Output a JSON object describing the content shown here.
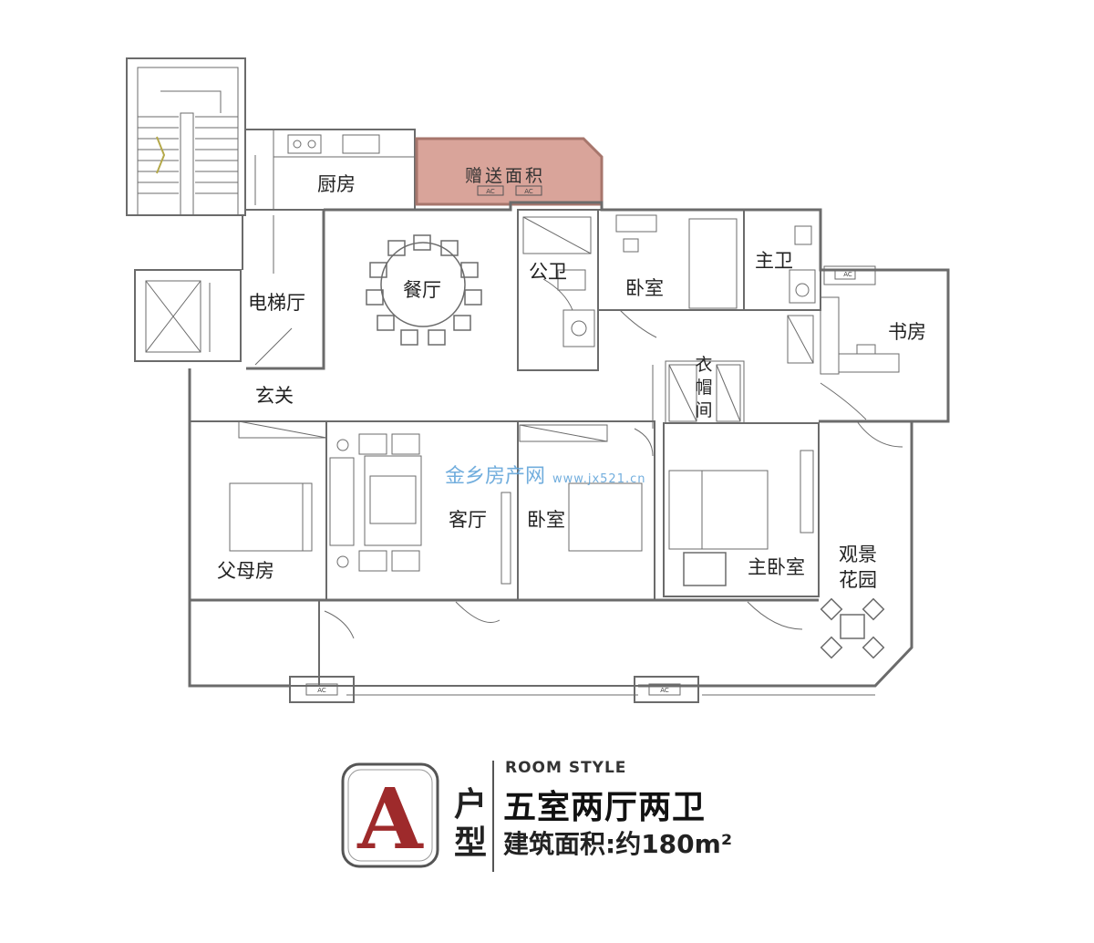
{
  "floor_plan": {
    "rooms": {
      "kitchen": "厨房",
      "bonus_area": "赠送面积",
      "dining": "餐厅",
      "public_bath": "公卫",
      "bedroom_north": "卧室",
      "master_bath": "主卫",
      "elevator_hall": "电梯厅",
      "study": "书房",
      "entrance": "玄关",
      "cloakroom": "衣帽间",
      "living": "客厅",
      "bedroom_center": "卧室",
      "parents_room": "父母房",
      "master_bedroom": "主卧室",
      "garden": "观景花园"
    },
    "ac_tags": [
      "AC",
      "AC",
      "AC",
      "AC",
      "AC"
    ]
  },
  "watermark": {
    "site": "金乡房产网",
    "url": "www.jx521.cn"
  },
  "legend": {
    "letter": "A",
    "huxing": "户型",
    "room_style": "ROOM STYLE",
    "type": "五室两厅两卫",
    "area": "建筑面积:约180m²"
  },
  "colors": {
    "wall": "#6b6b6b",
    "bonus_fill": "#d9a49a",
    "badge_red": "#9e2a2b",
    "watermark": "#5aa0d8"
  }
}
